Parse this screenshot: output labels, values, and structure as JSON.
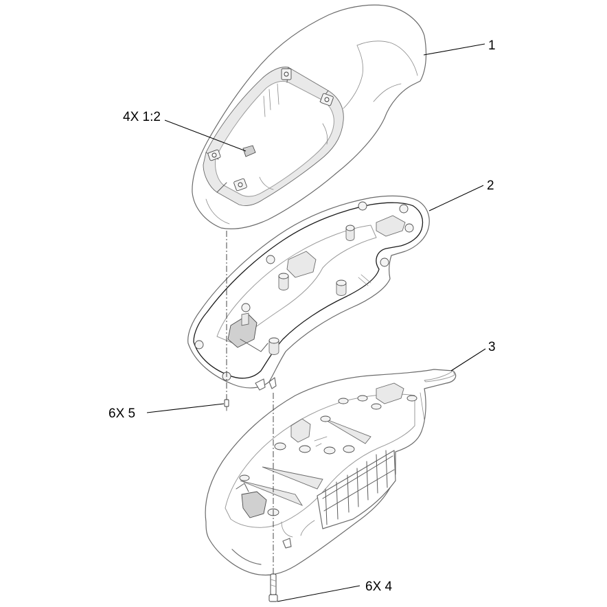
{
  "callouts": {
    "part_1": "1",
    "part_2": "2",
    "part_3": "3",
    "clip_qty": "4X 1:2",
    "screw_5_qty": "6X 5",
    "screw_4_qty": "6X 4"
  },
  "colors": {
    "background": "#ffffff",
    "line": "#6a6a6a",
    "leader": "#000000"
  }
}
